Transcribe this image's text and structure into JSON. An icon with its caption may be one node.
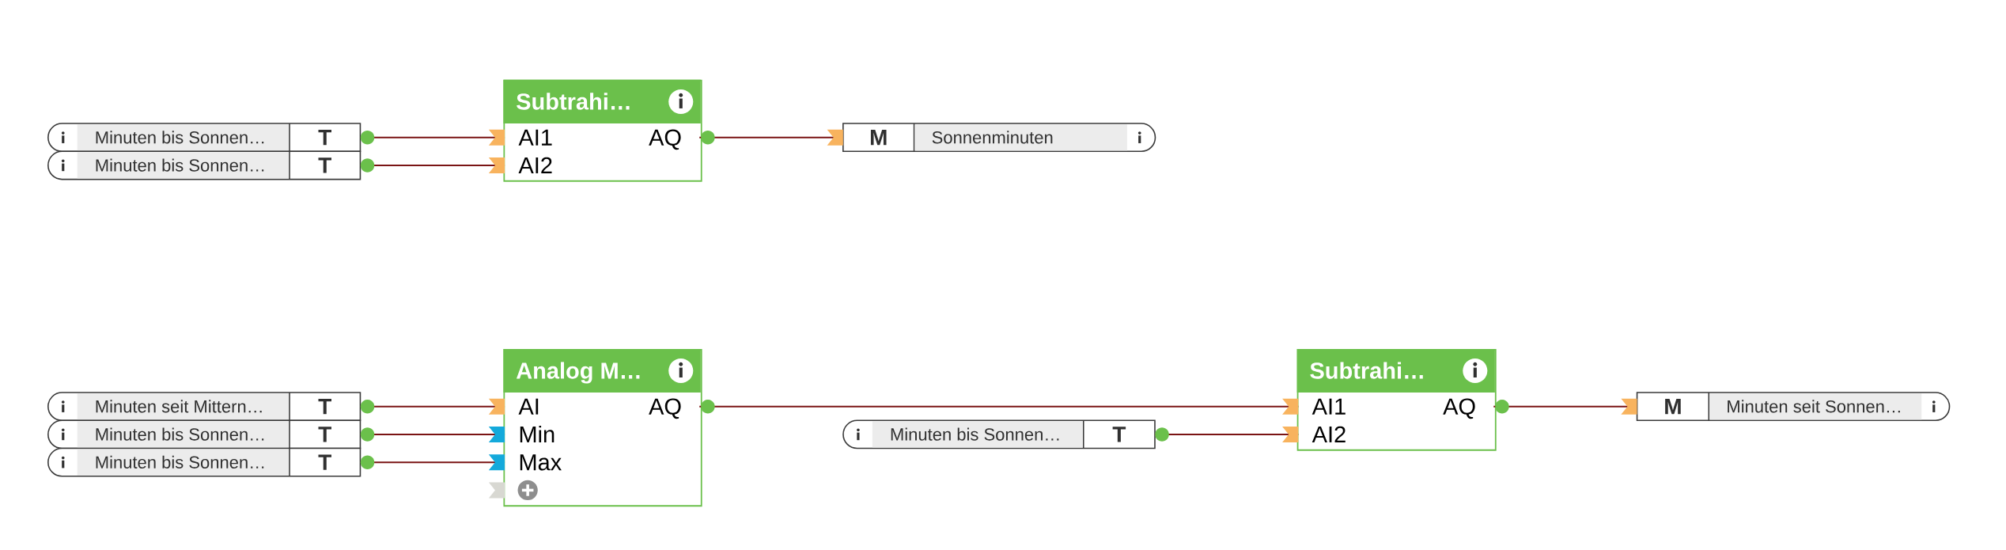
{
  "diagram": {
    "nodes": [
      {
        "text": [
          "Minuten bis Sonnen…",
          "T"
        ]
      },
      {
        "text": [
          "Minuten bis Sonnen…",
          "T"
        ]
      },
      {
        "text": [
          "Subtrahi…"
        ]
      },
      {
        "text": [
          "AI1"
        ],
        "in": 2
      },
      {
        "text": [
          "AQ"
        ],
        "in": 2
      },
      {
        "text": [
          "AI2"
        ],
        "in": 2
      },
      {
        "text": [
          "M",
          "Sonnenminuten"
        ]
      },
      {
        "text": [
          "Minuten seit Mittern…",
          "T"
        ]
      },
      {
        "text": [
          "Minuten bis Sonnen…",
          "T"
        ]
      },
      {
        "text": [
          "Minuten bis Sonnen…",
          "T"
        ]
      },
      {
        "text": [
          "Analog M…"
        ]
      },
      {
        "text": [
          "AI"
        ],
        "in": 10
      },
      {
        "text": [
          "AQ"
        ],
        "in": 10
      },
      {
        "text": [
          "Min"
        ],
        "in": 10
      },
      {
        "text": [
          "Max"
        ],
        "in": 10
      },
      {
        "text": [
          "Minuten bis Sonnen…",
          "T"
        ]
      },
      {
        "text": [
          "Subtrahi…"
        ]
      },
      {
        "text": [
          "AI1"
        ],
        "in": 16
      },
      {
        "text": [
          "AQ"
        ],
        "in": 16
      },
      {
        "text": [
          "AI2"
        ],
        "in": 16
      },
      {
        "text": [
          "M",
          "Minuten seit Sonnen…"
        ]
      }
    ],
    "edges": [
      {
        "from": 0,
        "to": 3,
        "arrow": "none"
      },
      {
        "from": 1,
        "to": 5,
        "arrow": "none"
      },
      {
        "from": 4,
        "to": 6,
        "arrow": "none"
      },
      {
        "from": 7,
        "to": 11,
        "arrow": "none"
      },
      {
        "from": 8,
        "to": 13,
        "arrow": "none"
      },
      {
        "from": 9,
        "to": 14,
        "arrow": "none"
      },
      {
        "from": 12,
        "to": 17,
        "arrow": "none"
      },
      {
        "from": 15,
        "to": 19,
        "arrow": "none"
      },
      {
        "from": 18,
        "to": 20,
        "arrow": "none"
      }
    ]
  }
}
